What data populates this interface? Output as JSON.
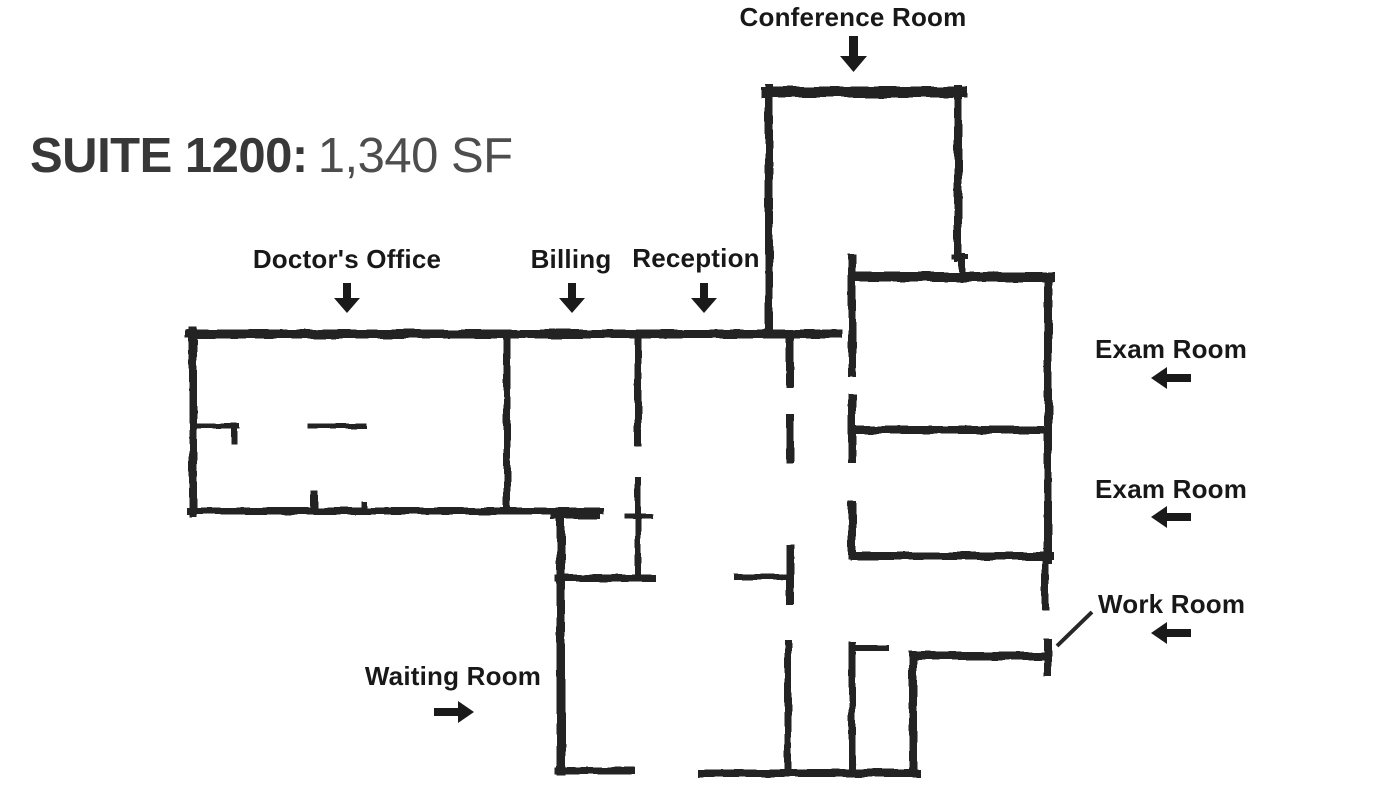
{
  "title": {
    "suite": "SUITE 1200:",
    "area": "1,340 SF"
  },
  "rooms": [
    {
      "id": "conference-room",
      "label": "Conference Room",
      "arrow": "down"
    },
    {
      "id": "doctors-office",
      "label": "Doctor's Office",
      "arrow": "down"
    },
    {
      "id": "billing",
      "label": "Billing",
      "arrow": "down"
    },
    {
      "id": "reception",
      "label": "Reception",
      "arrow": "down"
    },
    {
      "id": "exam-room-1",
      "label": "Exam Room",
      "arrow": "left"
    },
    {
      "id": "exam-room-2",
      "label": "Exam Room",
      "arrow": "left"
    },
    {
      "id": "work-room",
      "label": "Work Room",
      "arrow": "left"
    },
    {
      "id": "waiting-room",
      "label": "Waiting Room",
      "arrow": "right"
    }
  ],
  "colors": {
    "wall": "#252525",
    "label_text": "#1b1b1b",
    "title_bold": "#3a3a3a",
    "title_light": "#4e4e4e",
    "background": "#ffffff"
  }
}
